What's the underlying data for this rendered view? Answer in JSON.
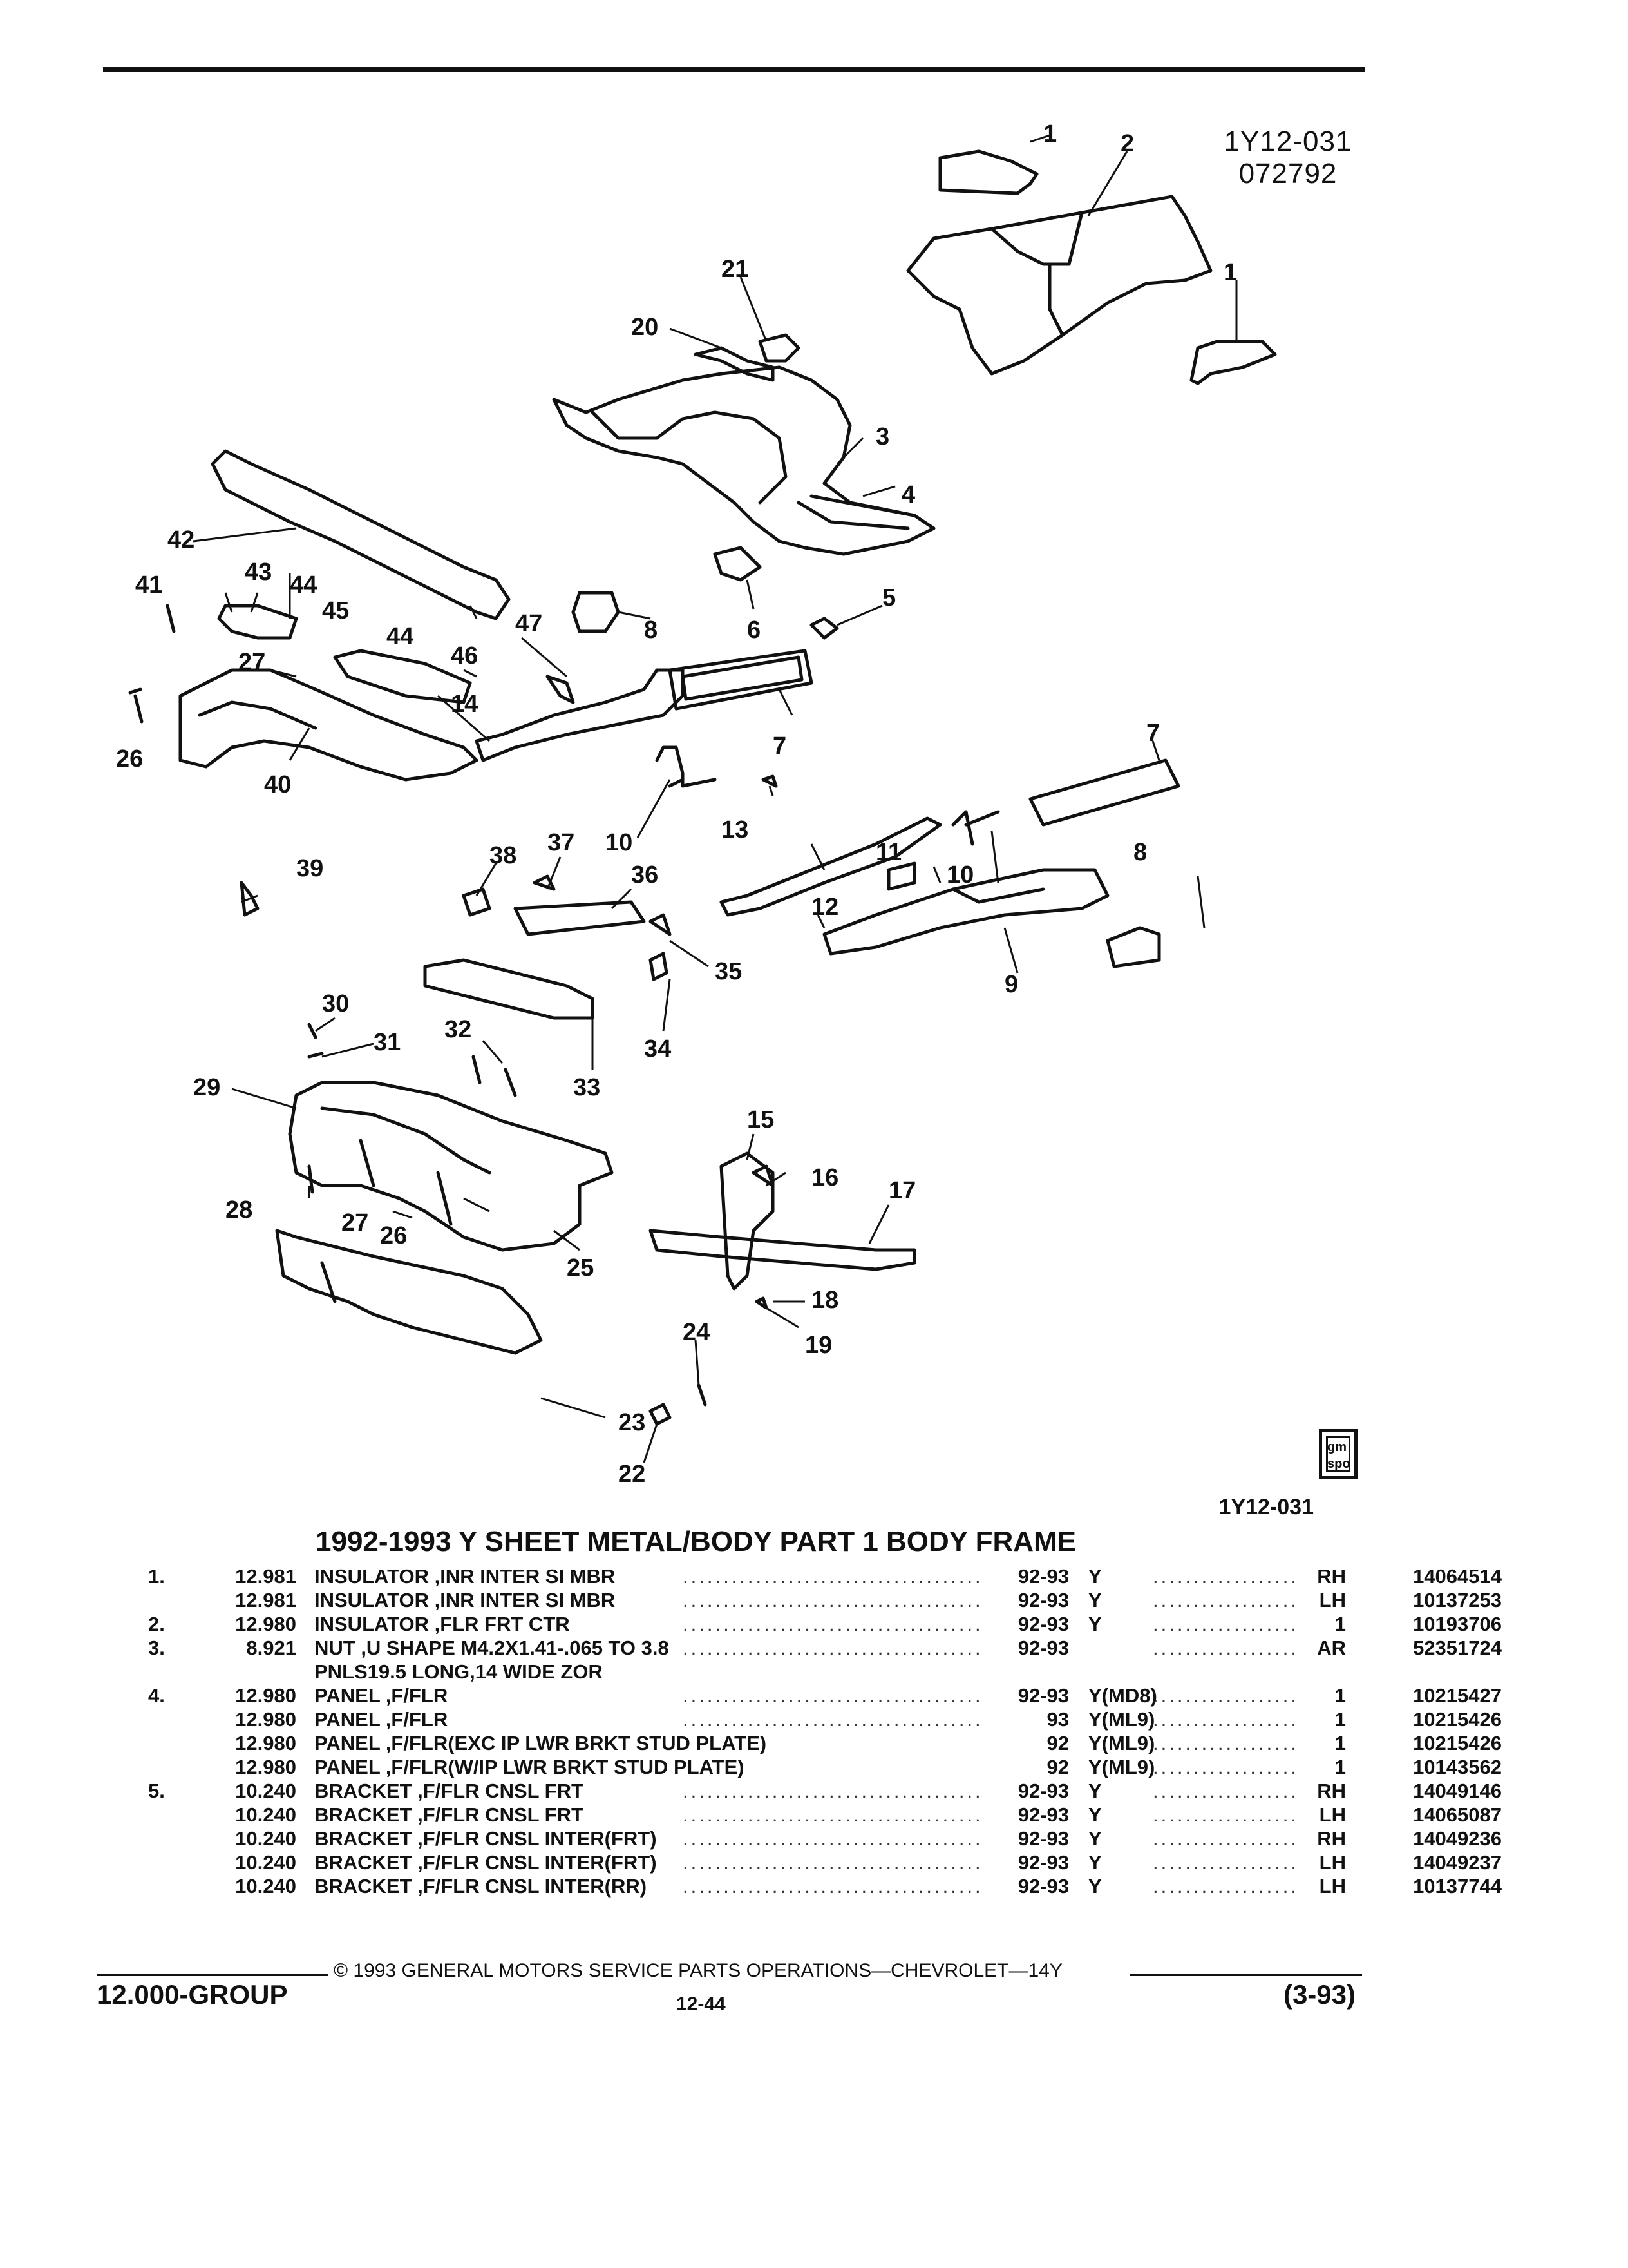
{
  "diagram": {
    "id": "1Y12-031",
    "date": "072792",
    "ref": "1Y12-031",
    "logo_text": [
      "gm",
      "spo"
    ],
    "callouts": [
      "1",
      "2",
      "1",
      "21",
      "20",
      "3",
      "4",
      "5",
      "6",
      "42",
      "41",
      "43",
      "44",
      "45",
      "46",
      "47",
      "8",
      "27",
      "44",
      "26",
      "40",
      "14",
      "7",
      "13",
      "10",
      "7",
      "39",
      "37",
      "38",
      "36",
      "11",
      "10",
      "8",
      "12",
      "35",
      "9",
      "30",
      "31",
      "32",
      "33",
      "34",
      "29",
      "15",
      "16",
      "17",
      "28",
      "27",
      "26",
      "25",
      "18",
      "19",
      "24",
      "23",
      "22"
    ]
  },
  "section": {
    "title": "1992-1993 Y SHEET METAL/BODY PART 1 BODY FRAME"
  },
  "parts": [
    {
      "item": "1.",
      "group": "12.981",
      "desc": "INSULATOR ,INR INTER SI MBR",
      "years": "92-93",
      "series": "Y",
      "qty": "RH",
      "part": "14064514"
    },
    {
      "item": "",
      "group": "12.981",
      "desc": "INSULATOR ,INR INTER SI MBR",
      "years": "92-93",
      "series": "Y",
      "qty": "LH",
      "part": "10137253"
    },
    {
      "item": "2.",
      "group": "12.980",
      "desc": "INSULATOR ,FLR FRT CTR",
      "years": "92-93",
      "series": "Y",
      "qty": "1",
      "part": "10193706"
    },
    {
      "item": "3.",
      "group": "8.921",
      "desc": "NUT ,U SHAPE M4.2X1.41-.065 TO 3.8",
      "years": "92-93",
      "series": "",
      "qty": "AR",
      "part": "52351724"
    },
    {
      "item": "",
      "group": "",
      "desc": "PNLS19.5 LONG,14 WIDE ZOR",
      "years": "",
      "series": "",
      "qty": "",
      "part": "",
      "noleader": true
    },
    {
      "item": "4.",
      "group": "12.980",
      "desc": "PANEL ,F/FLR",
      "years": "92-93",
      "series": "Y(MD8)",
      "qty": "1",
      "part": "10215427"
    },
    {
      "item": "",
      "group": "12.980",
      "desc": "PANEL ,F/FLR",
      "years": "93",
      "series": "Y(ML9)",
      "qty": "1",
      "part": "10215426"
    },
    {
      "item": "",
      "group": "12.980",
      "desc": "PANEL ,F/FLR(EXC IP LWR BRKT STUD PLATE)",
      "years": "92",
      "series": "Y(ML9)",
      "qty": "1",
      "part": "10215426",
      "shortleader": true
    },
    {
      "item": "",
      "group": "12.980",
      "desc": "PANEL ,F/FLR(W/IP LWR BRKT STUD PLATE)",
      "years": "92",
      "series": "Y(ML9)",
      "qty": "1",
      "part": "10143562",
      "shortleader": true
    },
    {
      "item": "5.",
      "group": "10.240",
      "desc": "BRACKET ,F/FLR CNSL FRT",
      "years": "92-93",
      "series": "Y",
      "qty": "RH",
      "part": "14049146"
    },
    {
      "item": "",
      "group": "10.240",
      "desc": "BRACKET ,F/FLR CNSL FRT",
      "years": "92-93",
      "series": "Y",
      "qty": "LH",
      "part": "14065087"
    },
    {
      "item": "",
      "group": "10.240",
      "desc": "BRACKET ,F/FLR CNSL INTER(FRT)",
      "years": "92-93",
      "series": "Y",
      "qty": "RH",
      "part": "14049236"
    },
    {
      "item": "",
      "group": "10.240",
      "desc": "BRACKET ,F/FLR CNSL INTER(FRT)",
      "years": "92-93",
      "series": "Y",
      "qty": "LH",
      "part": "14049237"
    },
    {
      "item": "",
      "group": "10.240",
      "desc": "BRACKET ,F/FLR CNSL INTER(RR)",
      "years": "92-93",
      "series": "Y",
      "qty": "LH",
      "part": "10137744"
    }
  ],
  "footer": {
    "copyright": "© 1993 GENERAL MOTORS SERVICE PARTS OPERATIONS—CHEVROLET—14Y",
    "group": "12.000-GROUP",
    "page": "12-44",
    "date": "(3-93)"
  }
}
